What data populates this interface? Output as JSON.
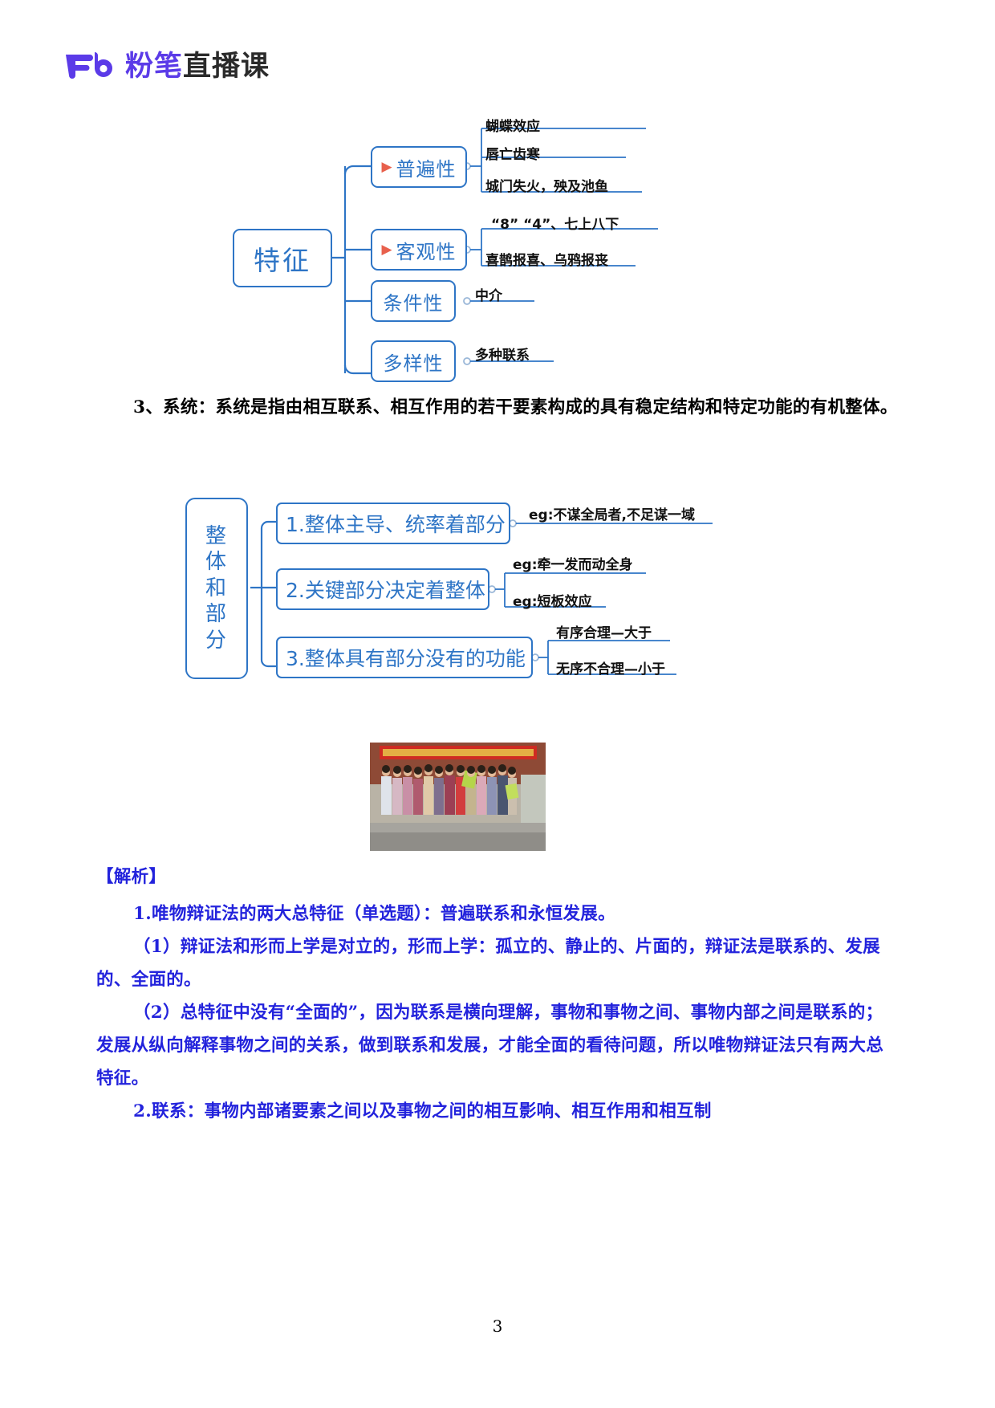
{
  "header": {
    "logo_icon": "fenbi-fb-logo-icon",
    "brand": "粉笔",
    "suffix": "直播课"
  },
  "mindmap1": {
    "root": "特征",
    "branches": [
      {
        "label": "普遍性",
        "flag": "▶",
        "leaves": [
          "蝴蝶效应",
          "唇亡齿寒",
          "城门失火，殃及池鱼"
        ]
      },
      {
        "label": "客观性",
        "flag": "▶",
        "leaves": [
          "“8”  “4”、七上八下",
          "喜鹊报喜、乌鸦报丧"
        ]
      },
      {
        "label": "条件性",
        "flag": "",
        "leaves": [
          "中介"
        ]
      },
      {
        "label": "多样性",
        "flag": "",
        "leaves": [
          "多种联系"
        ]
      }
    ]
  },
  "paragraph_system": "3、系统：系统是指由相互联系、相互作用的若干要素构成的具有稳定结构和特定功能的有机整体。",
  "mindmap2": {
    "root": "整体和部分",
    "root_chars": [
      "整",
      "体",
      "和",
      "部",
      "分"
    ],
    "branches": [
      {
        "label": "1.整体主导、统率着部分",
        "leaves": [
          "eg:不谋全局者,不足谋一域"
        ]
      },
      {
        "label": "2.关键部分决定着整体",
        "leaves": [
          "eg:牵一发而动全身",
          "eg:短板效应"
        ]
      },
      {
        "label": "3.整体具有部分没有的功能",
        "leaves": [
          "有序合理—大于",
          "无序不合理—小于"
        ]
      }
    ]
  },
  "photo": {
    "alt": "group-photo-of-people-standing-outdoors"
  },
  "analysis": {
    "heading": "【解析】",
    "items": [
      "1.唯物辩证法的两大总特征（单选题）：普遍联系和永恒发展。",
      "（1）辩证法和形而上学是对立的，形而上学：孤立的、静止的、片面的，辩证法是联系的、发展的、全面的。",
      "（2）总特征中没有“全面的”，因为联系是横向理解，事物和事物之间、事物内部之间是联系的；发展从纵向解释事物之间的关系，做到联系和发展，才能全面的看待问题，所以唯物辩证法只有两大总特征。",
      "2.联系：事物内部诸要素之间以及事物之间的相互影响、相互作用和相互制"
    ]
  },
  "footer": {
    "page_number": "3"
  },
  "colors": {
    "brand_purple": "#5B3BE8",
    "node_blue": "#2E75C6",
    "text_blue": "#2323DC",
    "flag_red": "#E8604C"
  }
}
